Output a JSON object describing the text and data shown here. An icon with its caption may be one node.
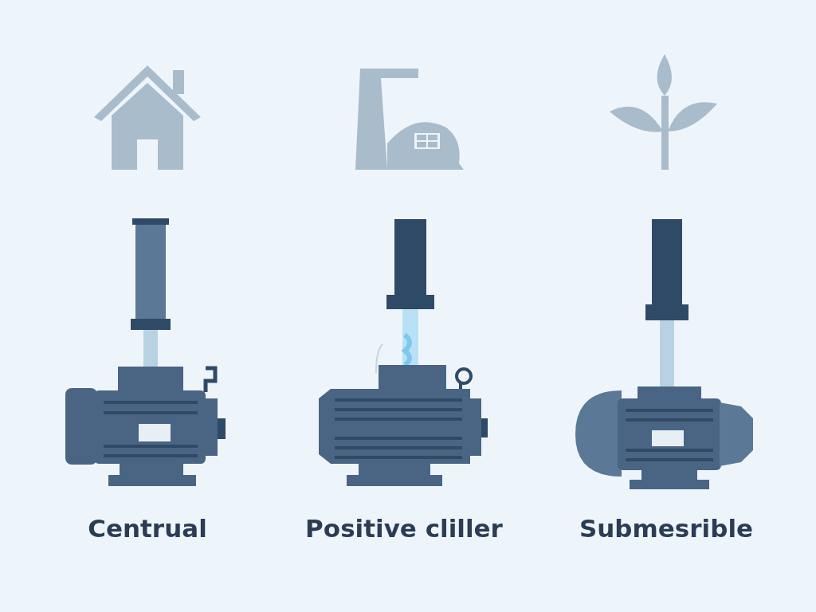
{
  "diagram": {
    "labels": [
      "Centrual",
      "Positive cliller",
      "Submesrible"
    ]
  }
}
